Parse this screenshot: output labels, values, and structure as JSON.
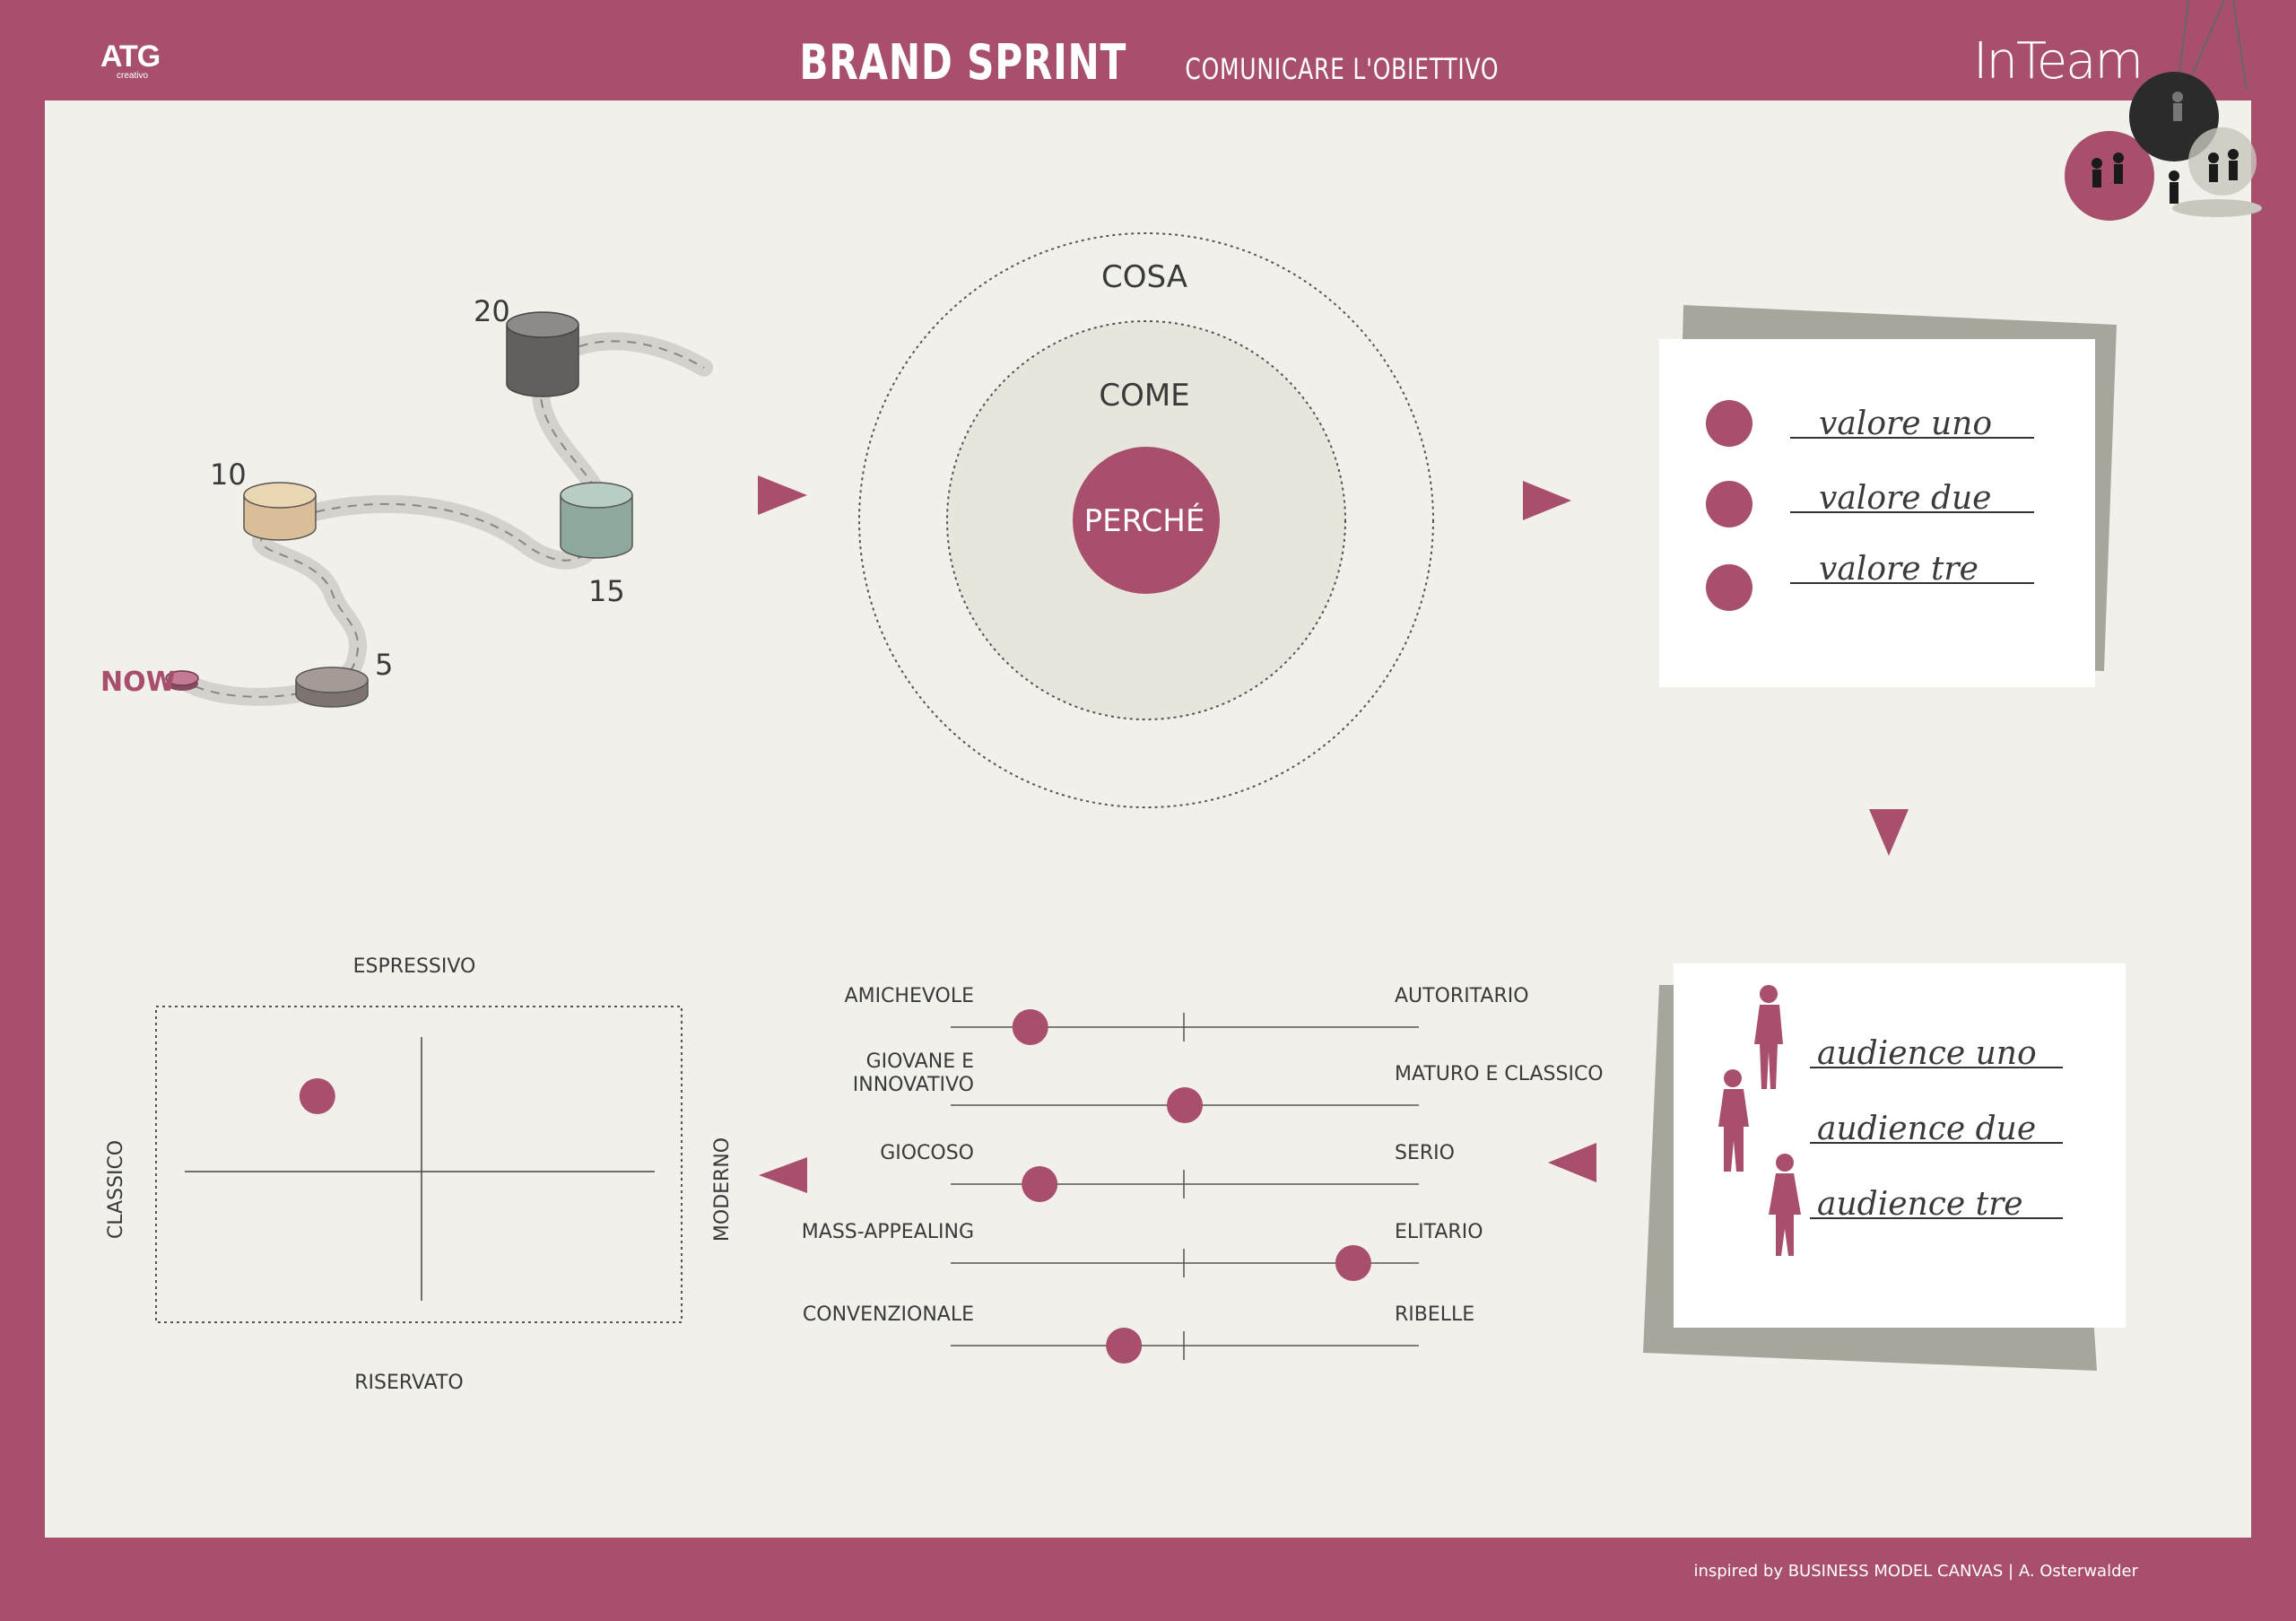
{
  "header": {
    "logo_left": "ATG",
    "logo_left_sub": "creativo",
    "title": "BRAND SPRINT",
    "subtitle": "COMUNICARE L'OBIETTIVO",
    "logo_right": "InTeam"
  },
  "roadmap": {
    "now_label": "NOW",
    "milestones": [
      "5",
      "10",
      "15",
      "20"
    ]
  },
  "circles": {
    "outer": "COSA",
    "middle": "COME",
    "inner": "PERCHÉ"
  },
  "values": {
    "items": [
      "valore uno",
      "valore due",
      "valore tre"
    ]
  },
  "audience": {
    "items": [
      "audience uno",
      "audience due",
      "audience tre"
    ]
  },
  "sliders": [
    {
      "left": "AMICHEVOLE",
      "right": "AUTORITARIO",
      "position": 0.17
    },
    {
      "left": "GIOVANE E INNOVATIVO",
      "right": "MATURO E CLASSICO",
      "position": 0.5
    },
    {
      "left": "GIOCOSO",
      "right": "SERIO",
      "position": 0.19
    },
    {
      "left": "MASS-APPEALING",
      "right": "ELITARIO",
      "position": 0.86
    },
    {
      "left": "CONVENZIONALE",
      "right": "RIBELLE",
      "position": 0.37
    }
  ],
  "matrix": {
    "top": "ESPRESSIVO",
    "bottom": "RISERVATO",
    "left": "CLASSICO",
    "right": "MODERNO",
    "point": {
      "x": -0.44,
      "y": 0.56
    }
  },
  "footer": "inspired by BUSINESS MODEL CANVAS | A. Osterwalder",
  "colors": {
    "accent": "#a84f6d",
    "canvas": "#f1f0ea",
    "gray": "#a8a59d"
  }
}
